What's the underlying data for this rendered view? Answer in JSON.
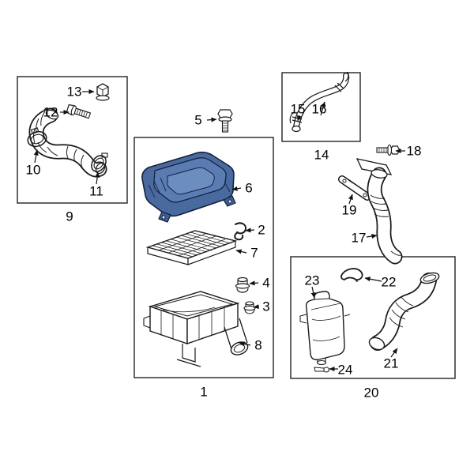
{
  "diagram": {
    "background": "#ffffff",
    "line_color": "#1a1a1a",
    "highlight_color": "#486a9f",
    "highlighted_callout": "6"
  },
  "callouts": {
    "n1": "1",
    "n2": "2",
    "n3": "3",
    "n4": "4",
    "n5": "5",
    "n6": "6",
    "n7": "7",
    "n8": "8",
    "n9": "9",
    "n10": "10",
    "n11": "11",
    "n12": "12",
    "n13": "13",
    "n14": "14",
    "n15": "15",
    "n16": "16",
    "n17": "17",
    "n18": "18",
    "n19": "19",
    "n20": "20",
    "n21": "21",
    "n22": "22",
    "n23": "23",
    "n24": "24"
  },
  "groups": [
    {
      "label": "9",
      "member_callouts": [
        "10",
        "11",
        "12",
        "13"
      ]
    },
    {
      "label": "1",
      "member_callouts": [
        "2",
        "3",
        "4",
        "6",
        "7",
        "8"
      ]
    },
    {
      "label": "14",
      "member_callouts": [
        "15",
        "16"
      ]
    },
    {
      "label": "20",
      "member_callouts": [
        "21",
        "22",
        "23",
        "24"
      ]
    }
  ]
}
